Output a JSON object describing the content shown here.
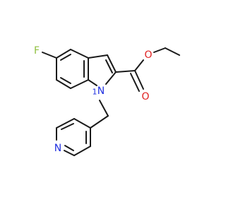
{
  "molecule": {
    "atoms": {
      "fluorine": "F",
      "indole_nitrogen": "N",
      "indole_locant": "1",
      "ester_oxygen": "O",
      "carbonyl_oxygen": "O",
      "pyridine_nitrogen": "N"
    },
    "colors": {
      "bond": "#1a1a1a",
      "fluorine": "#90c040",
      "nitrogen": "#2030e0",
      "oxygen": "#e02020"
    }
  }
}
